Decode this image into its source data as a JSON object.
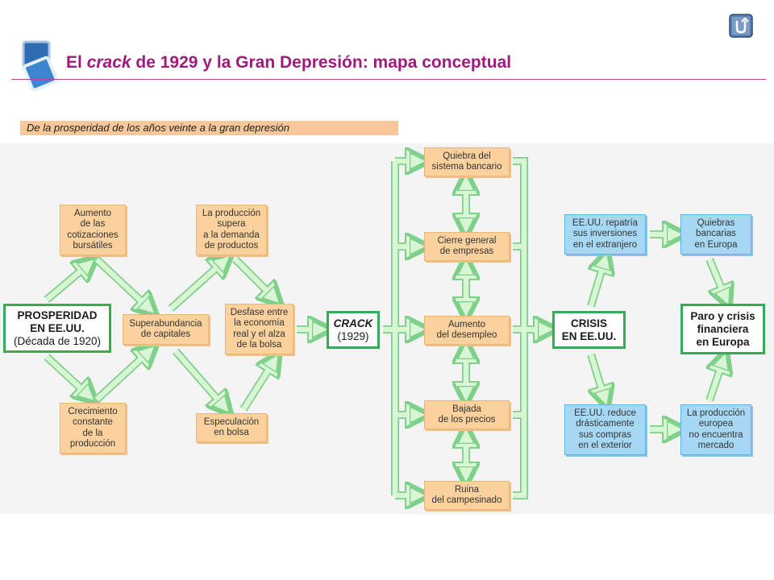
{
  "header": {
    "title_before": "El ",
    "title_emphasis": "crack",
    "title_after": " de 1929 y la Gran Depresión: mapa conceptual",
    "subtitle": "De la prosperidad de los años veinte a la gran depresión"
  },
  "colors": {
    "title": "#a01a7d",
    "orange_box": "#fbd29d",
    "blue_box": "#a7d8f3",
    "arrow_fill": "#d8f5d4",
    "arrow_stroke": "#7fd08a",
    "main_border": "#3aaa55"
  },
  "icons": {
    "logo": "stacked-squares-icon",
    "back": "return-arrow-icon"
  },
  "nodes": {
    "prosperidad_title": "PROSPERIDAD\nEN EE.UU.",
    "prosperidad_sub": "(Década de 1920)",
    "aumento_cotizaciones": "Aumento\nde las\ncotizaciones\nbursátiles",
    "crecimiento": "Crecimiento\nconstante\nde la\nproducción",
    "superabundancia": "Superabundancia\nde capitales",
    "produccion_supera": "La producción\nsupera\na la demanda\nde productos",
    "especulacion": "Especulación\nen bolsa",
    "desfase": "Desfase entre\nla economía\nreal y el alza\nde la bolsa",
    "crack_title": "CRACK",
    "crack_sub": "(1929)",
    "quiebra_sistema": "Quiebra del\nsistema bancario",
    "cierre": "Cierre general\nde empresas",
    "aumento_desempleo": "Aumento\ndel desempleo",
    "bajada": "Bajada\nde los precios",
    "ruina": "Ruina\ndel campesinado",
    "crisis": "CRISIS\nEN EE.UU.",
    "repatria": "EE.UU. repatría\nsus inversiones\nen el extranjero",
    "reduce": "EE.UU. reduce\ndrásticamente\nsus compras\nen el exterior",
    "quiebras_europa": "Quiebras\nbancarias\nen Europa",
    "produccion_europea": "La producción\neuropea\nno encuentra\nmercado",
    "paro": "Paro y crisis\nfinanciera\nen Europa"
  }
}
